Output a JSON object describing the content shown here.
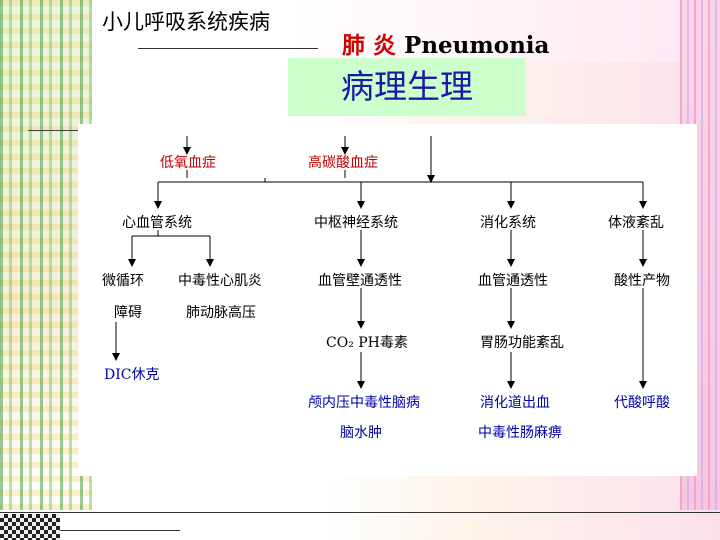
{
  "header": {
    "course_title": "小儿呼吸系统疾病",
    "topic_cn": "肺  炎",
    "topic_en": "Pneumonia",
    "section_title": "病理生理"
  },
  "diagram": {
    "top": {
      "hypoxemia": "低氧血症",
      "hypercapnia": "高碳酸血症"
    },
    "systems": {
      "cardio": "心血管系统",
      "cns": "中枢神经系统",
      "digestive": "消化系统",
      "fluid": "体液紊乱"
    },
    "cardio_effects": {
      "microcirculation": "微循环",
      "disorder": "障碍",
      "toxic_myocarditis": "中毒性心肌炎",
      "pulmonary_hypertension": "肺动脉高压",
      "dic_shock": "DIC休克"
    },
    "cns_effects": {
      "vessel_permeability": "血管壁通透性",
      "co2_ph_toxin": "CO₂  PH毒素",
      "intracranial": "颅内压中毒性脑病",
      "brain_edema": "脑水肿"
    },
    "digestive_effects": {
      "vessel_permeability": "血管通透性",
      "gi_disorder": "胃肠功能紊乱",
      "gi_bleeding": "消化道出血",
      "toxic_ileus": "中毒性肠麻痹"
    },
    "fluid_effects": {
      "acid_products": "酸性产物",
      "metabolic_acidosis": "代酸呼酸"
    }
  },
  "colors": {
    "accent_red": "#c00000",
    "accent_blue": "#0000aa",
    "title_bg": "#ccffcc"
  }
}
